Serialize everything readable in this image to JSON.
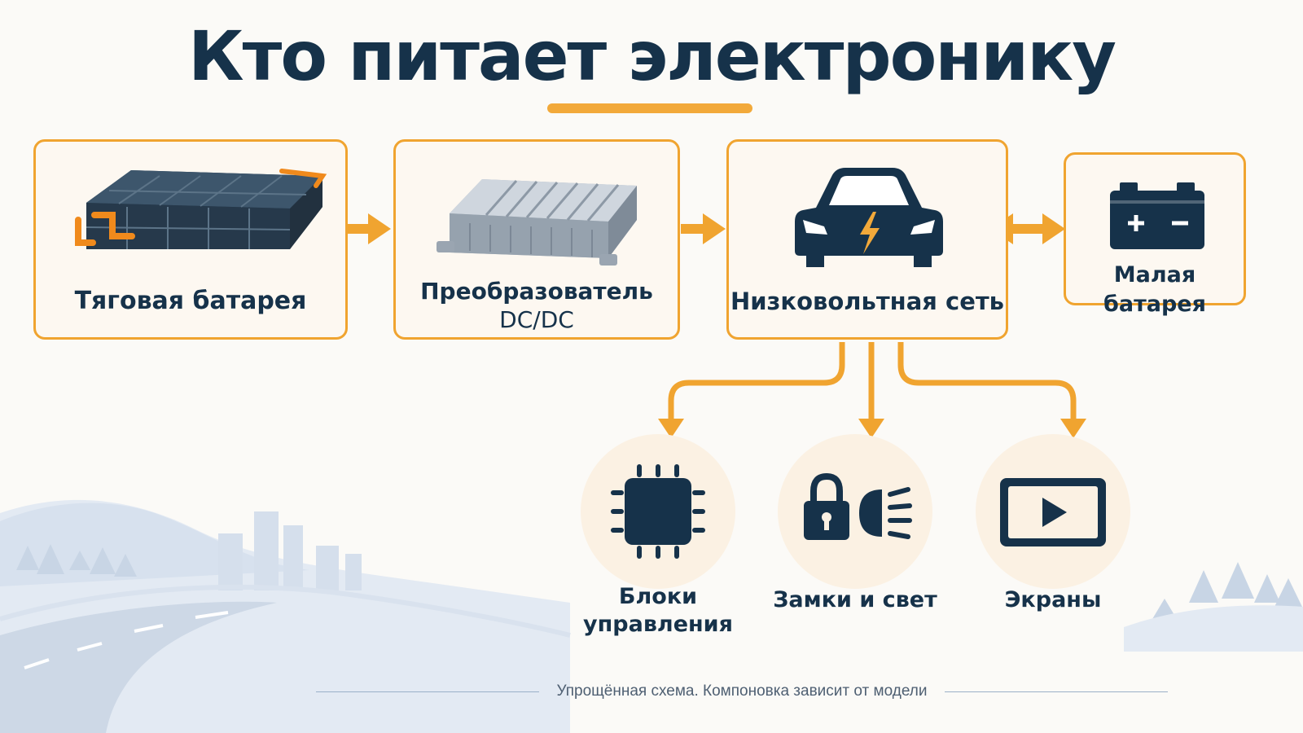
{
  "title": "Кто питает электронику",
  "colors": {
    "accent": "#f0a430",
    "ink": "#16324a",
    "card_bg": "#fdf8f1",
    "scenery": "#c9d6e6"
  },
  "nodes": {
    "traction_battery": {
      "label": "Тяговая батарея",
      "icon": "battery-pack-icon"
    },
    "dcdc": {
      "label_line1": "Преобразователь",
      "label_line2": "DC/DC",
      "icon": "converter-icon"
    },
    "lv_network": {
      "label": "Низковольтная сеть",
      "icon": "car-lightning-icon"
    },
    "small_battery": {
      "label": "Малая батарея",
      "icon": "battery-icon"
    }
  },
  "consumers": [
    {
      "label_line1": "Блоки",
      "label_line2": "управления",
      "icon": "chip-icon"
    },
    {
      "label_line1": "Замки и свет",
      "label_line2": "",
      "icon": "lock-headlight-icon"
    },
    {
      "label_line1": "Экраны",
      "label_line2": "",
      "icon": "screen-play-icon"
    }
  ],
  "footnote": "Упрощённая схема. Компоновка зависит от модели"
}
